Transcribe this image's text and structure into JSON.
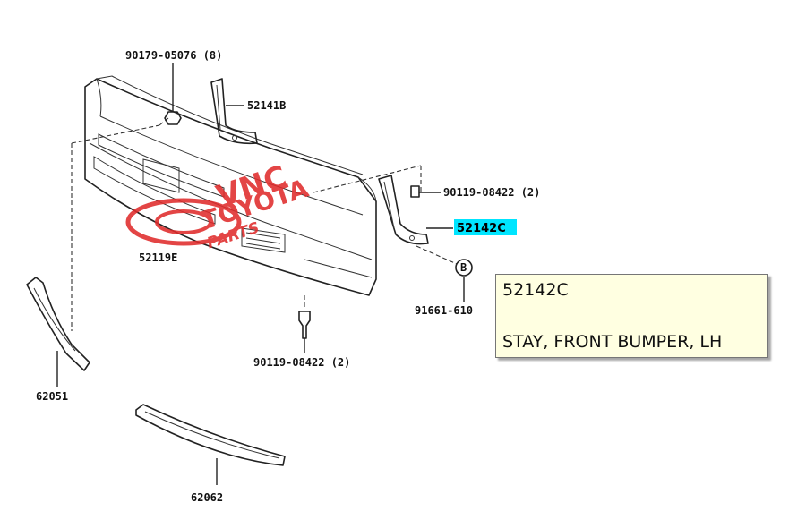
{
  "labels": {
    "nut_top": "90179-05076 (8)",
    "stay_rh": "52141B",
    "screw_right": "90119-08422 (2)",
    "stay_lh": "52142C",
    "clip_b": "B",
    "clip_part": "91661-610",
    "bumper_cover": "52119E",
    "screw_bottom": "90119-08422 (2)",
    "molding_left": "62051",
    "molding_bottom": "62062"
  },
  "tooltip": {
    "code": "52142C",
    "description": "STAY, FRONT BUMPER, LH"
  },
  "watermark": {
    "line1": "VNC",
    "line2": "TOYOTA",
    "line3": "PARTS"
  },
  "colors": {
    "highlight": "#00e5ff",
    "tooltip_bg": "#ffffe1",
    "watermark": "#e02c2c"
  }
}
